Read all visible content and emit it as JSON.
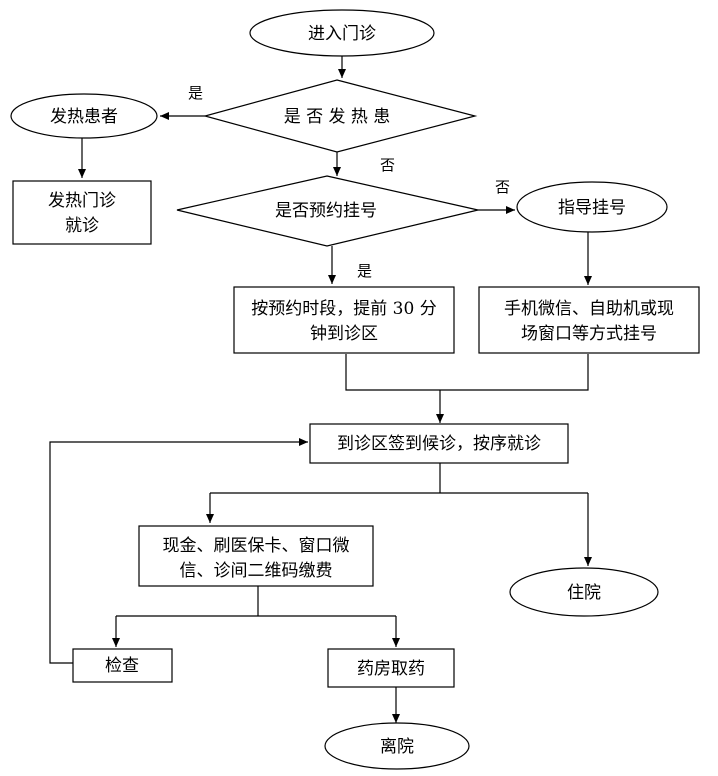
{
  "nodes": {
    "enter": "进入门诊",
    "fever_question": "是 否 发 热 患",
    "fever_patient": "发热患者",
    "fever_clinic_l1": "发热门诊",
    "fever_clinic_l2": "就诊",
    "appointment_question": "是否预约挂号",
    "guide_register": "指导挂号",
    "appointment_l1": "按预约时段，提前 30 分",
    "appointment_l2": "钟到诊区",
    "register_methods_l1": "手机微信、自助机或现",
    "register_methods_l2": "场窗口等方式挂号",
    "checkin": "到诊区签到候诊，按序就诊",
    "payment_l1": "现金、刷医保卡、窗口微",
    "payment_l2": "信、诊间二维码缴费",
    "hospitalize": "住院",
    "exam": "检查",
    "pharmacy": "药房取药",
    "leave": "离院"
  },
  "edge_labels": {
    "yes_fever": "是",
    "no_fever": "否",
    "no_appointment": "否",
    "yes_appointment": "是"
  }
}
